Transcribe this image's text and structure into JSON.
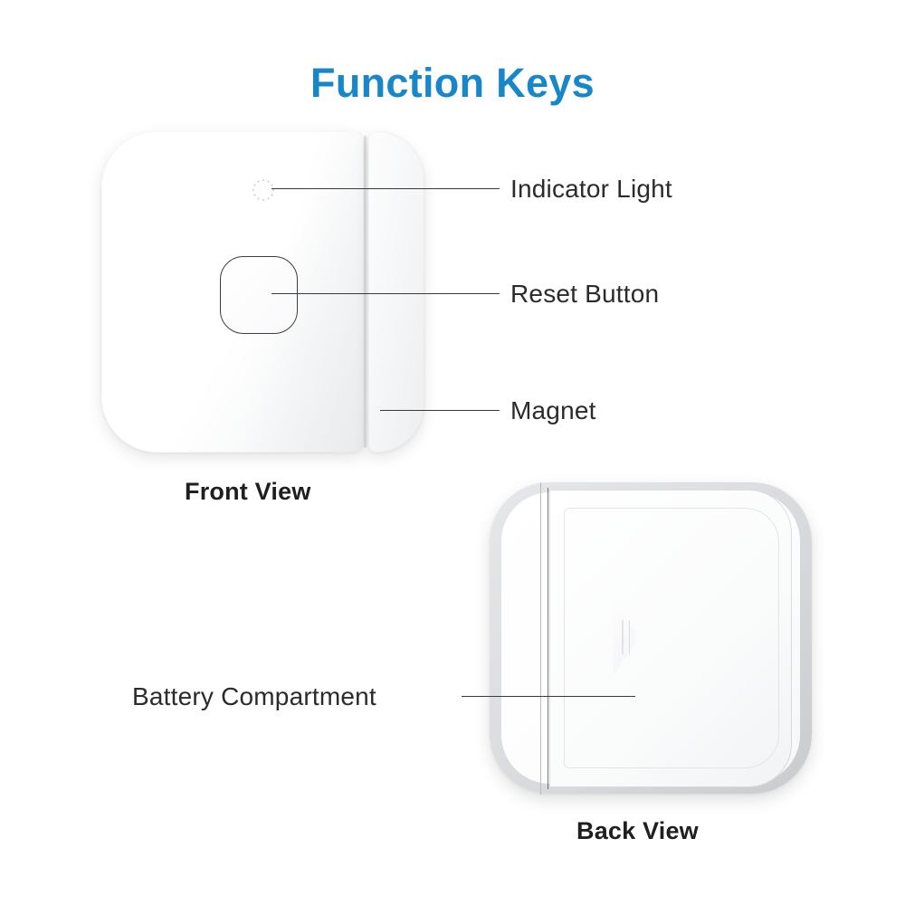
{
  "page": {
    "title": "Function Keys",
    "title_color": "#1787c9",
    "background": "#ffffff",
    "label_color": "#2b2b2b",
    "leader_line_color": "#3a3a3a"
  },
  "views": {
    "front": {
      "caption": "Front View",
      "parts": {
        "indicator_light": "indicator-light-led-ring",
        "reset_button": "reset-button",
        "magnet": "magnet-strip",
        "body": "sensor-body"
      }
    },
    "back": {
      "caption": "Back View",
      "parts": {
        "battery_compartment": "battery-cover-panel",
        "cover_notch": "cover-release-notch",
        "frame": "back-frame"
      }
    }
  },
  "callouts": [
    {
      "label": "Indicator Light",
      "target": "indicator-light"
    },
    {
      "label": "Reset Button",
      "target": "reset-button"
    },
    {
      "label": "Magnet",
      "target": "magnet"
    },
    {
      "label": "Battery Compartment",
      "target": "battery-compartment"
    }
  ]
}
